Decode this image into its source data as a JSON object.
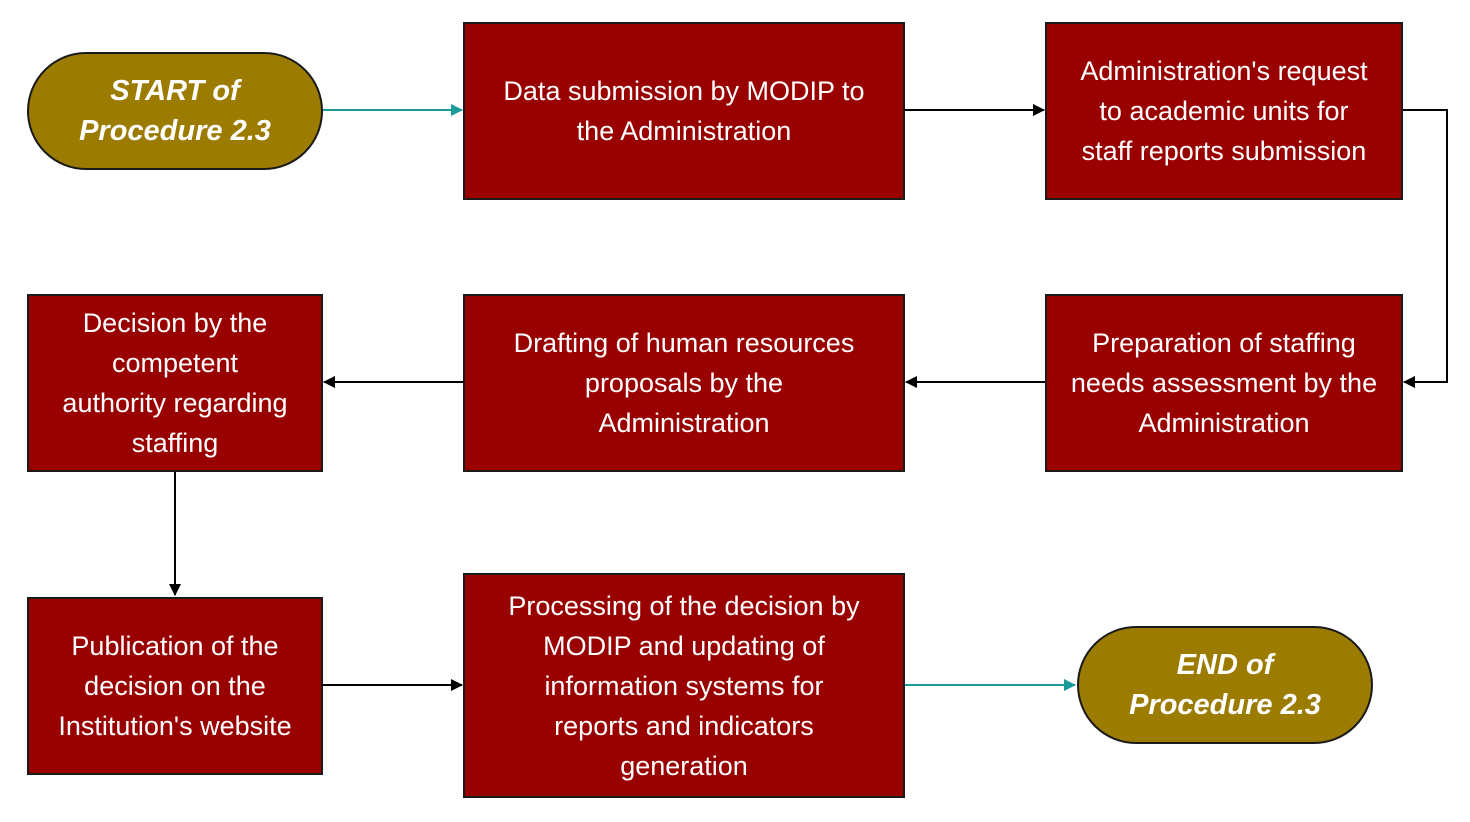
{
  "flow": {
    "start": "START of\nProcedure 2.3",
    "step1": "Data submission by MODIP to\nthe Administration",
    "step2": "Administration's request\nto academic units for\nstaff reports submission",
    "step3": "Preparation of staffing\nneeds assessment by the\nAdministration",
    "step4": "Drafting of human resources\nproposals by the\nAdministration",
    "step5": "Decision by the\ncompetent\nauthority regarding\nstaffing",
    "step6": "Publication of the\ndecision on the\nInstitution's website",
    "step7": "Processing of the decision by\nMODIP and updating of\ninformation systems for\nreports and indicators\ngeneration",
    "end": "END of\nProcedure 2.3"
  },
  "colors": {
    "process_fill": "#990000",
    "terminal_fill": "#9b7b00",
    "terminal_connector": "#1a9a9a",
    "connector": "#000000"
  }
}
